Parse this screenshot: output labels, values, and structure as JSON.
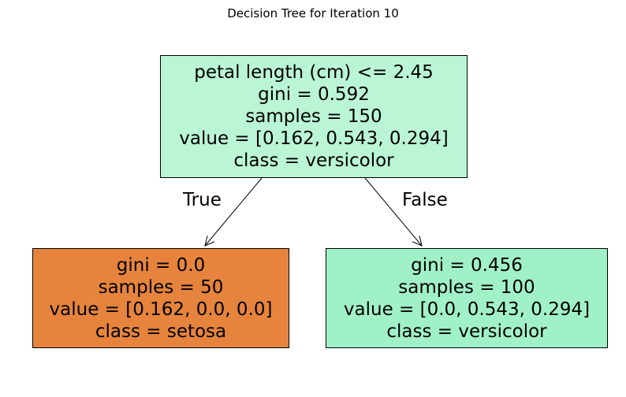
{
  "title": "Decision Tree for Iteration 10",
  "colors": {
    "root_fill": "#baf5d6",
    "left_fill": "#e6843d",
    "right_fill": "#a1f1c8",
    "border": "#000000"
  },
  "nodes": {
    "root": {
      "lines": [
        "petal length (cm) <= 2.45",
        "gini = 0.592",
        "samples = 150",
        "value = [0.162, 0.543, 0.294]",
        "class = versicolor"
      ]
    },
    "left": {
      "lines": [
        "gini = 0.0",
        "samples = 50",
        "value = [0.162, 0.0, 0.0]",
        "class = setosa"
      ]
    },
    "right": {
      "lines": [
        "gini = 0.456",
        "samples = 100",
        "value = [0.0, 0.543, 0.294]",
        "class = versicolor"
      ]
    }
  },
  "edges": {
    "true_label": "True",
    "false_label": "False"
  }
}
